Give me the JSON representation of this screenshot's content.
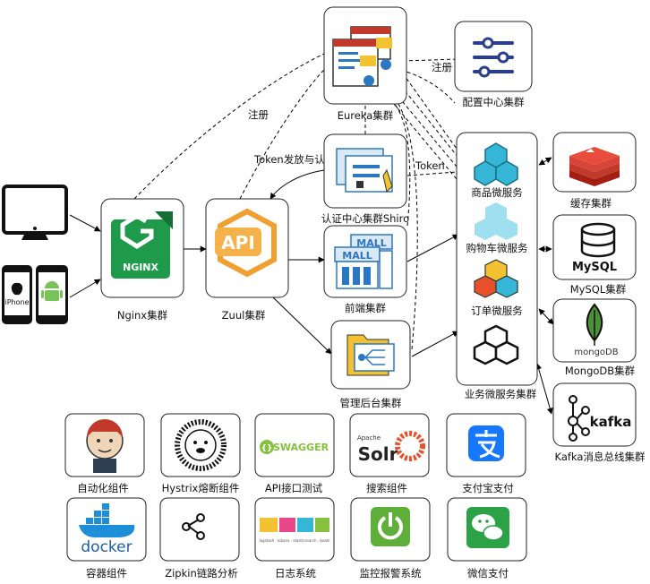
{
  "nodes": {
    "eureka": "Eureka集群",
    "config_center": "配置中心集群",
    "auth_center": "认证中心集群Shiro",
    "nginx": "Nginx集群",
    "zuul": "Zuul集群",
    "frontend": "前端集群",
    "admin_backend": "管理后台集群",
    "product_service": "商品微服务",
    "cart_service": "购物车微服务",
    "order_service": "订单微服务",
    "business_cluster": "业务微服务集群",
    "cache": "缓存集群",
    "mysql": "MySQL集群",
    "mongodb": "MongoDB集群",
    "kafka": "Kafka消息总线集群"
  },
  "edge_labels": {
    "register_1": "注册",
    "register_2": "注册",
    "token_auth": "Token发放与认证",
    "token": "Token"
  },
  "components": [
    {
      "label": "自动化组件",
      "icon": "jenkins-icon"
    },
    {
      "label": "Hystrix熔断组件",
      "icon": "hystrix-icon"
    },
    {
      "label": "API接口测试",
      "icon": "swagger-icon"
    },
    {
      "label": "搜索组件",
      "icon": "solr-icon"
    },
    {
      "label": "支付宝支付",
      "icon": "alipay-icon"
    },
    {
      "label": "容器组件",
      "icon": "docker-icon"
    },
    {
      "label": "Zipkin链路分析",
      "icon": "zipkin-icon"
    },
    {
      "label": "日志系统",
      "icon": "elk-icon"
    },
    {
      "label": "监控报警系统",
      "icon": "spring-boot-icon"
    },
    {
      "label": "微信支付",
      "icon": "wechat-icon"
    }
  ],
  "logo_text": {
    "nginx": "NGINX",
    "api": "API",
    "mall": "MALL",
    "mysql": "MySQL",
    "mongodb": "mongoDB",
    "kafka": "kafka",
    "swagger": "SWAGGER",
    "solr": "Solr",
    "solr_vendor": "Apache",
    "docker": "docker",
    "elk_caption": "logstash · kibana · elasticsearch · beats",
    "iphone": "iPhone"
  },
  "colors": {
    "nginx_green": "#1f9a4a",
    "zuul_orange": "#f0a030",
    "ui_blue": "#2b78c0",
    "ui_yellow": "#f2c230",
    "box_cyan": "#35b6d6",
    "redis_red": "#c0392b",
    "mongo_green": "#4e8f3a",
    "swagger_green": "#85c13e",
    "solr_orange": "#e8502c",
    "alipay_blue": "#1677ff",
    "docker_blue": "#1d8fd8",
    "spring_green": "#5faf3a",
    "wechat_green": "#2ba245"
  }
}
